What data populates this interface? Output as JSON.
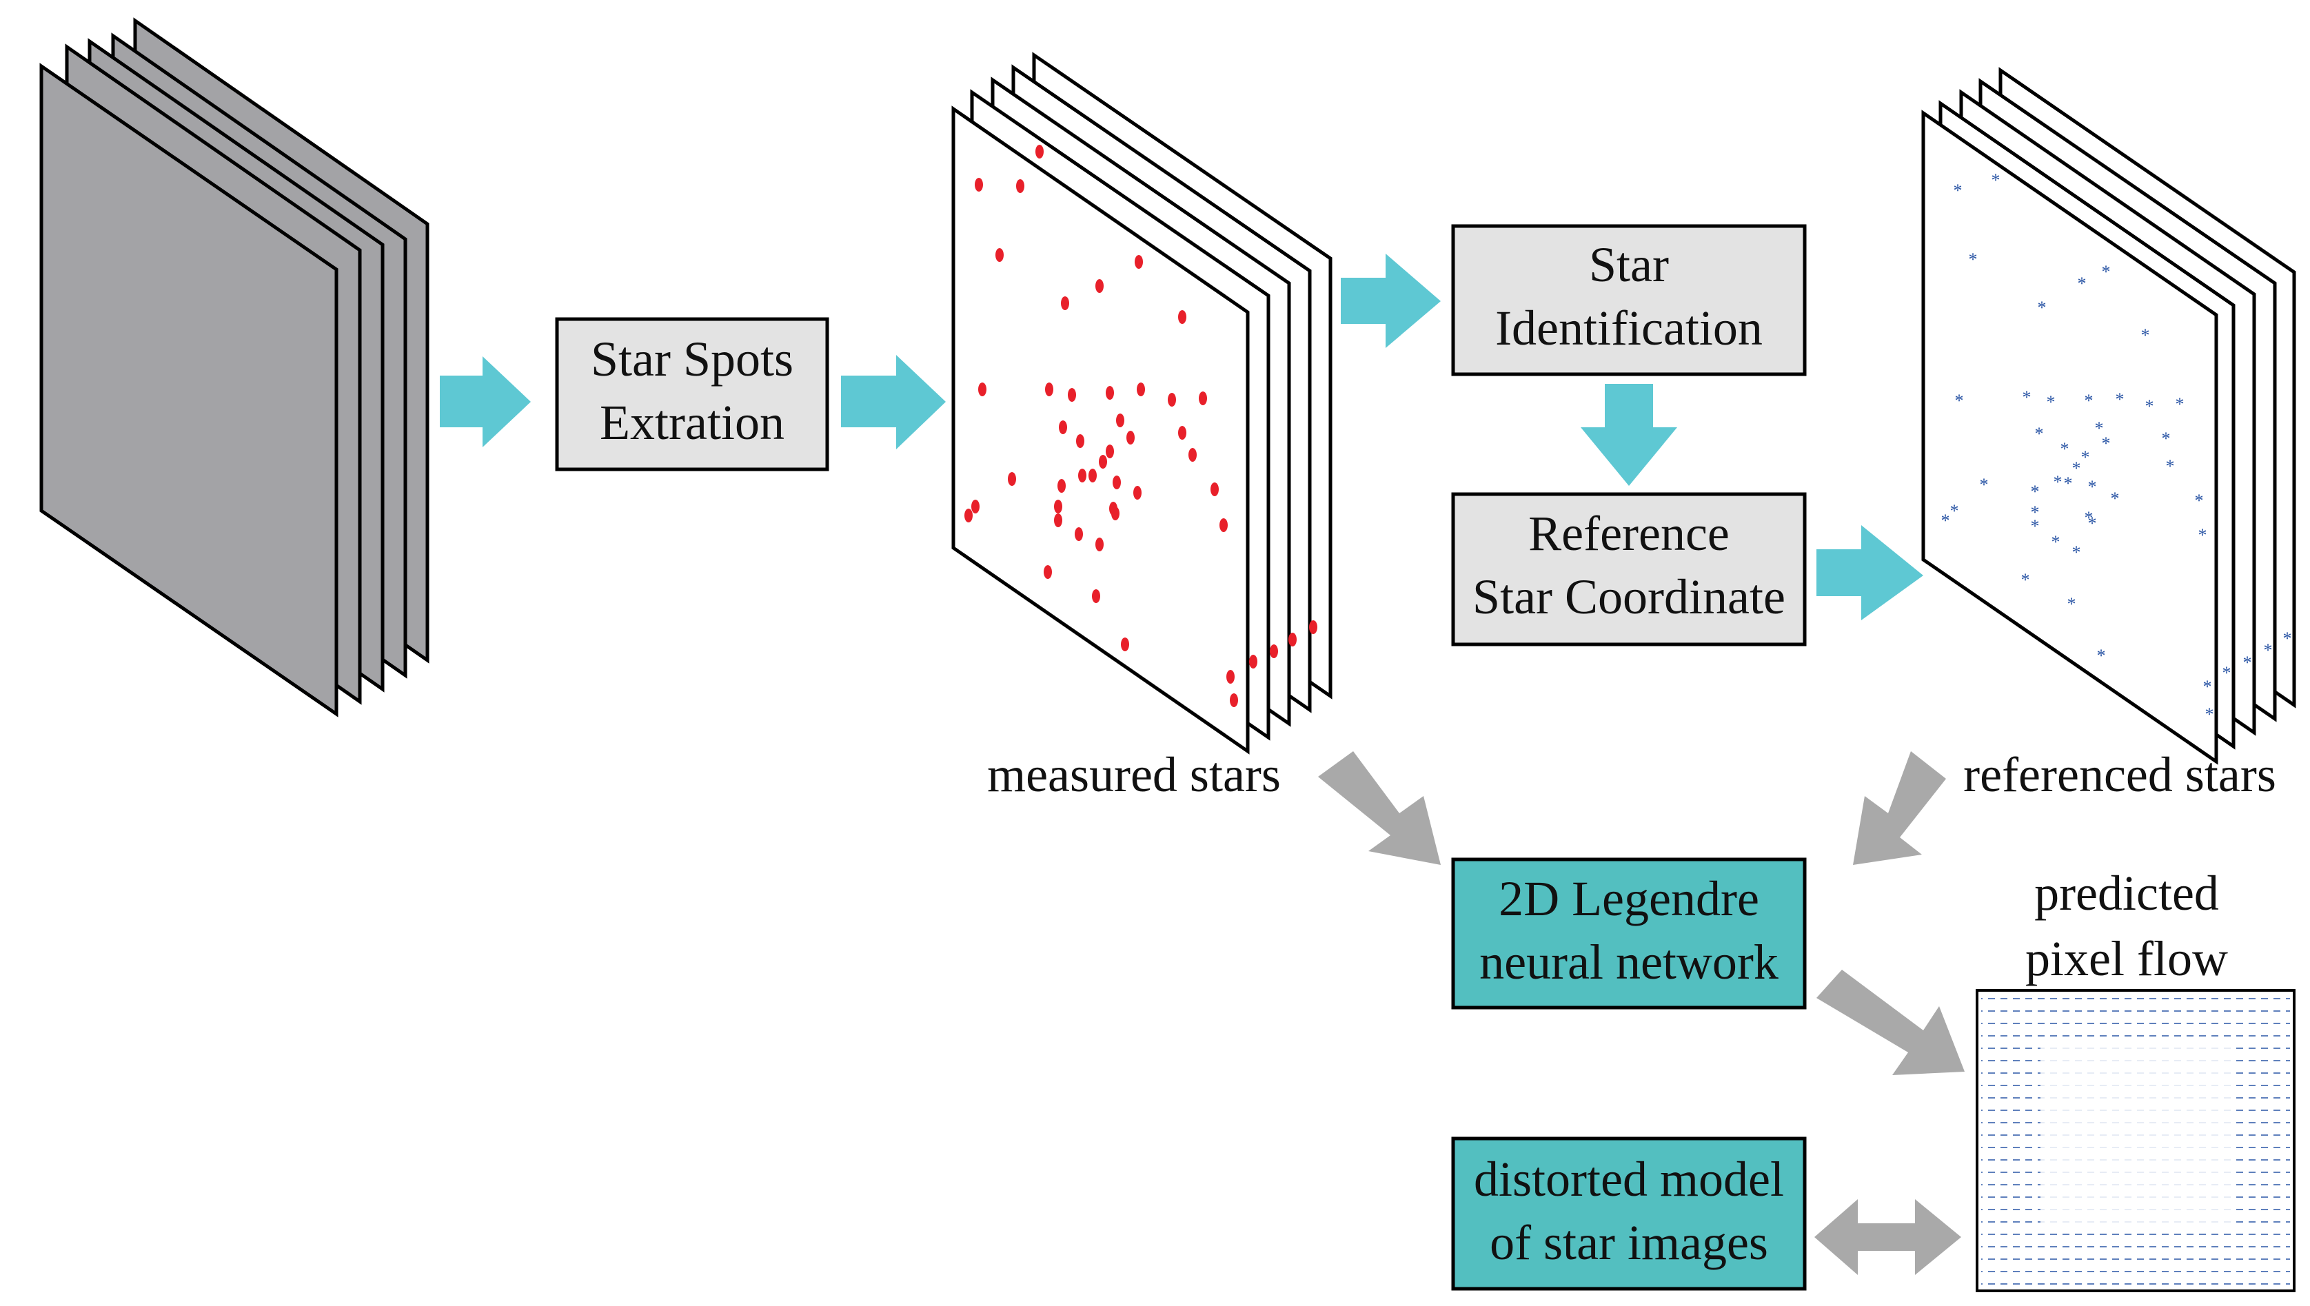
{
  "labels": {
    "star_spots_line1": "Star Spots",
    "star_spots_line2": "Extration",
    "star_id_line1": "Star",
    "star_id_line2": "Identification",
    "ref_coord_line1": "Reference",
    "ref_coord_line2": "Star Coordinate",
    "measured_stars": "measured stars",
    "referenced_stars": "referenced stars",
    "legendre_line1": "2D Legendre",
    "legendre_line2": "neural network",
    "predicted_line1": "predicted",
    "predicted_line2": "pixel flow",
    "distorted_line1": "distorted model",
    "distorted_line2": "of star images"
  },
  "colors": {
    "cyan_arrow": "#5ec8d3",
    "gray_arrow": "#a9a9a9",
    "process_box": "#e3e3e3",
    "network_box": "#53bfc0",
    "frame_gray": "#a3a3a6",
    "measured_star": "#e8202a",
    "reference_star": "#2a55a5",
    "flow_vector": "#2a55a5"
  },
  "icons": {
    "raw_image_stack": "stacked-gray-frames",
    "measured_stack": "stacked-frames-red-dots",
    "referenced_stack": "stacked-frames-blue-stars",
    "pixel_flow": "vector-field-grid"
  }
}
